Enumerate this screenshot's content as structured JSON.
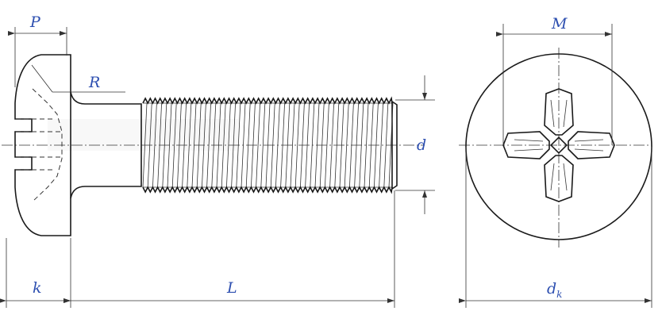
{
  "labels": {
    "P": "P",
    "R": "R",
    "d": "d",
    "k": "k",
    "L": "L",
    "M": "M",
    "dk_main": "d",
    "dk_sub": "k"
  },
  "colors": {
    "line": "#1a1a1a",
    "dimension_text": "#2d4fb0"
  }
}
